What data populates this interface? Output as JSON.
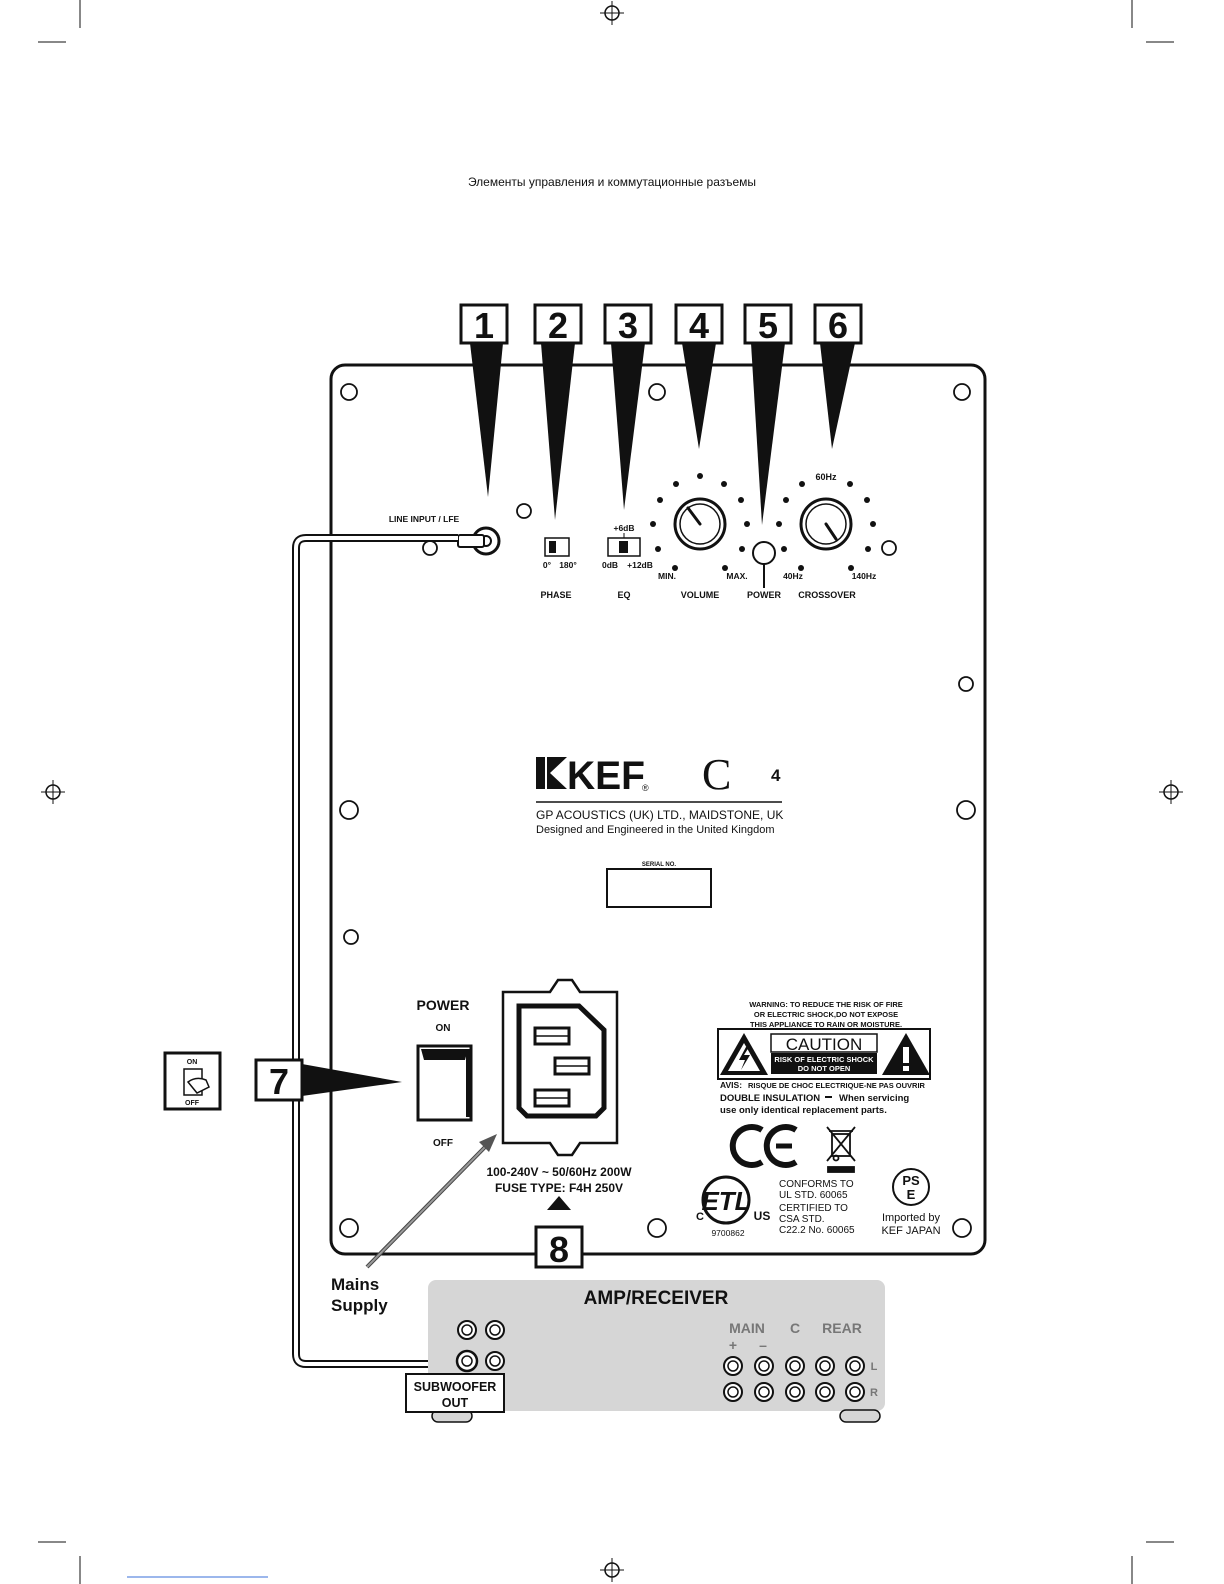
{
  "header": {
    "subtitle": "Элементы управления и коммутационные разъемы"
  },
  "callouts": [
    "1",
    "2",
    "3",
    "4",
    "5",
    "6",
    "7",
    "8"
  ],
  "panel": {
    "line_input_label": "LINE INPUT / LFE",
    "phase": {
      "label": "PHASE",
      "left": "0°",
      "right": "180°"
    },
    "eq": {
      "label": "EQ",
      "top": "+6dB",
      "left": "0dB",
      "right": "+12dB"
    },
    "volume": {
      "label": "VOLUME",
      "min": "MIN.",
      "max": "MAX."
    },
    "power_led": {
      "label": "POWER"
    },
    "crossover": {
      "label": "CROSSOVER",
      "top": "60Hz",
      "left": "40Hz",
      "right": "140Hz"
    },
    "brand": {
      "logo": "KEF",
      "model_letter": "C",
      "model_number": "4",
      "company": "GP ACOUSTICS (UK) LTD., MAIDSTONE, UK",
      "tagline": "Designed and Engineered in the United Kingdom"
    },
    "serial_label": "SERIAL NO.",
    "power_switch": {
      "title": "POWER",
      "on": "ON",
      "off": "OFF"
    },
    "mains_rating": "100-240V ~ 50/60Hz 200W",
    "fuse": "FUSE TYPE: F4H 250V",
    "warning": [
      "WARNING: TO REDUCE THE RISK OF FIRE",
      "OR ELECTRIC SHOCK,DO NOT EXPOSE",
      "THIS APPLIANCE TO RAIN OR MOISTURE."
    ],
    "caution": {
      "title": "CAUTION",
      "line1": "RISK OF ELECTRIC SHOCK",
      "line2": "DO NOT OPEN"
    },
    "avis": {
      "label": "AVIS:",
      "text": "RISQUE DE CHOC ELECTRIQUE-NE PAS OUVRIR"
    },
    "insulation": {
      "label": "DOUBLE INSULATION",
      "line1": "When servicing",
      "line2": "use only identical replacement parts."
    },
    "conformity": [
      "CONFORMS TO",
      "UL STD. 60065",
      "CERTIFIED TO",
      "CSA STD.",
      "C22.2 No. 60065"
    ],
    "etl": {
      "left": "C",
      "right": "US",
      "number": "9700862"
    },
    "pse": {
      "top": "PS",
      "bottom": "E"
    },
    "importer": [
      "Imported by",
      "KEF JAPAN"
    ]
  },
  "side_switch": {
    "on": "ON",
    "off": "OFF"
  },
  "mains_supply": [
    "Mains",
    "Supply"
  ],
  "amp": {
    "title": "AMP/RECEIVER",
    "main": "MAIN",
    "c": "C",
    "rear": "REAR",
    "plus": "+",
    "minus": "–",
    "left": "L",
    "right": "R",
    "sub_out": [
      "SUBWOOFER",
      "OUT"
    ]
  }
}
